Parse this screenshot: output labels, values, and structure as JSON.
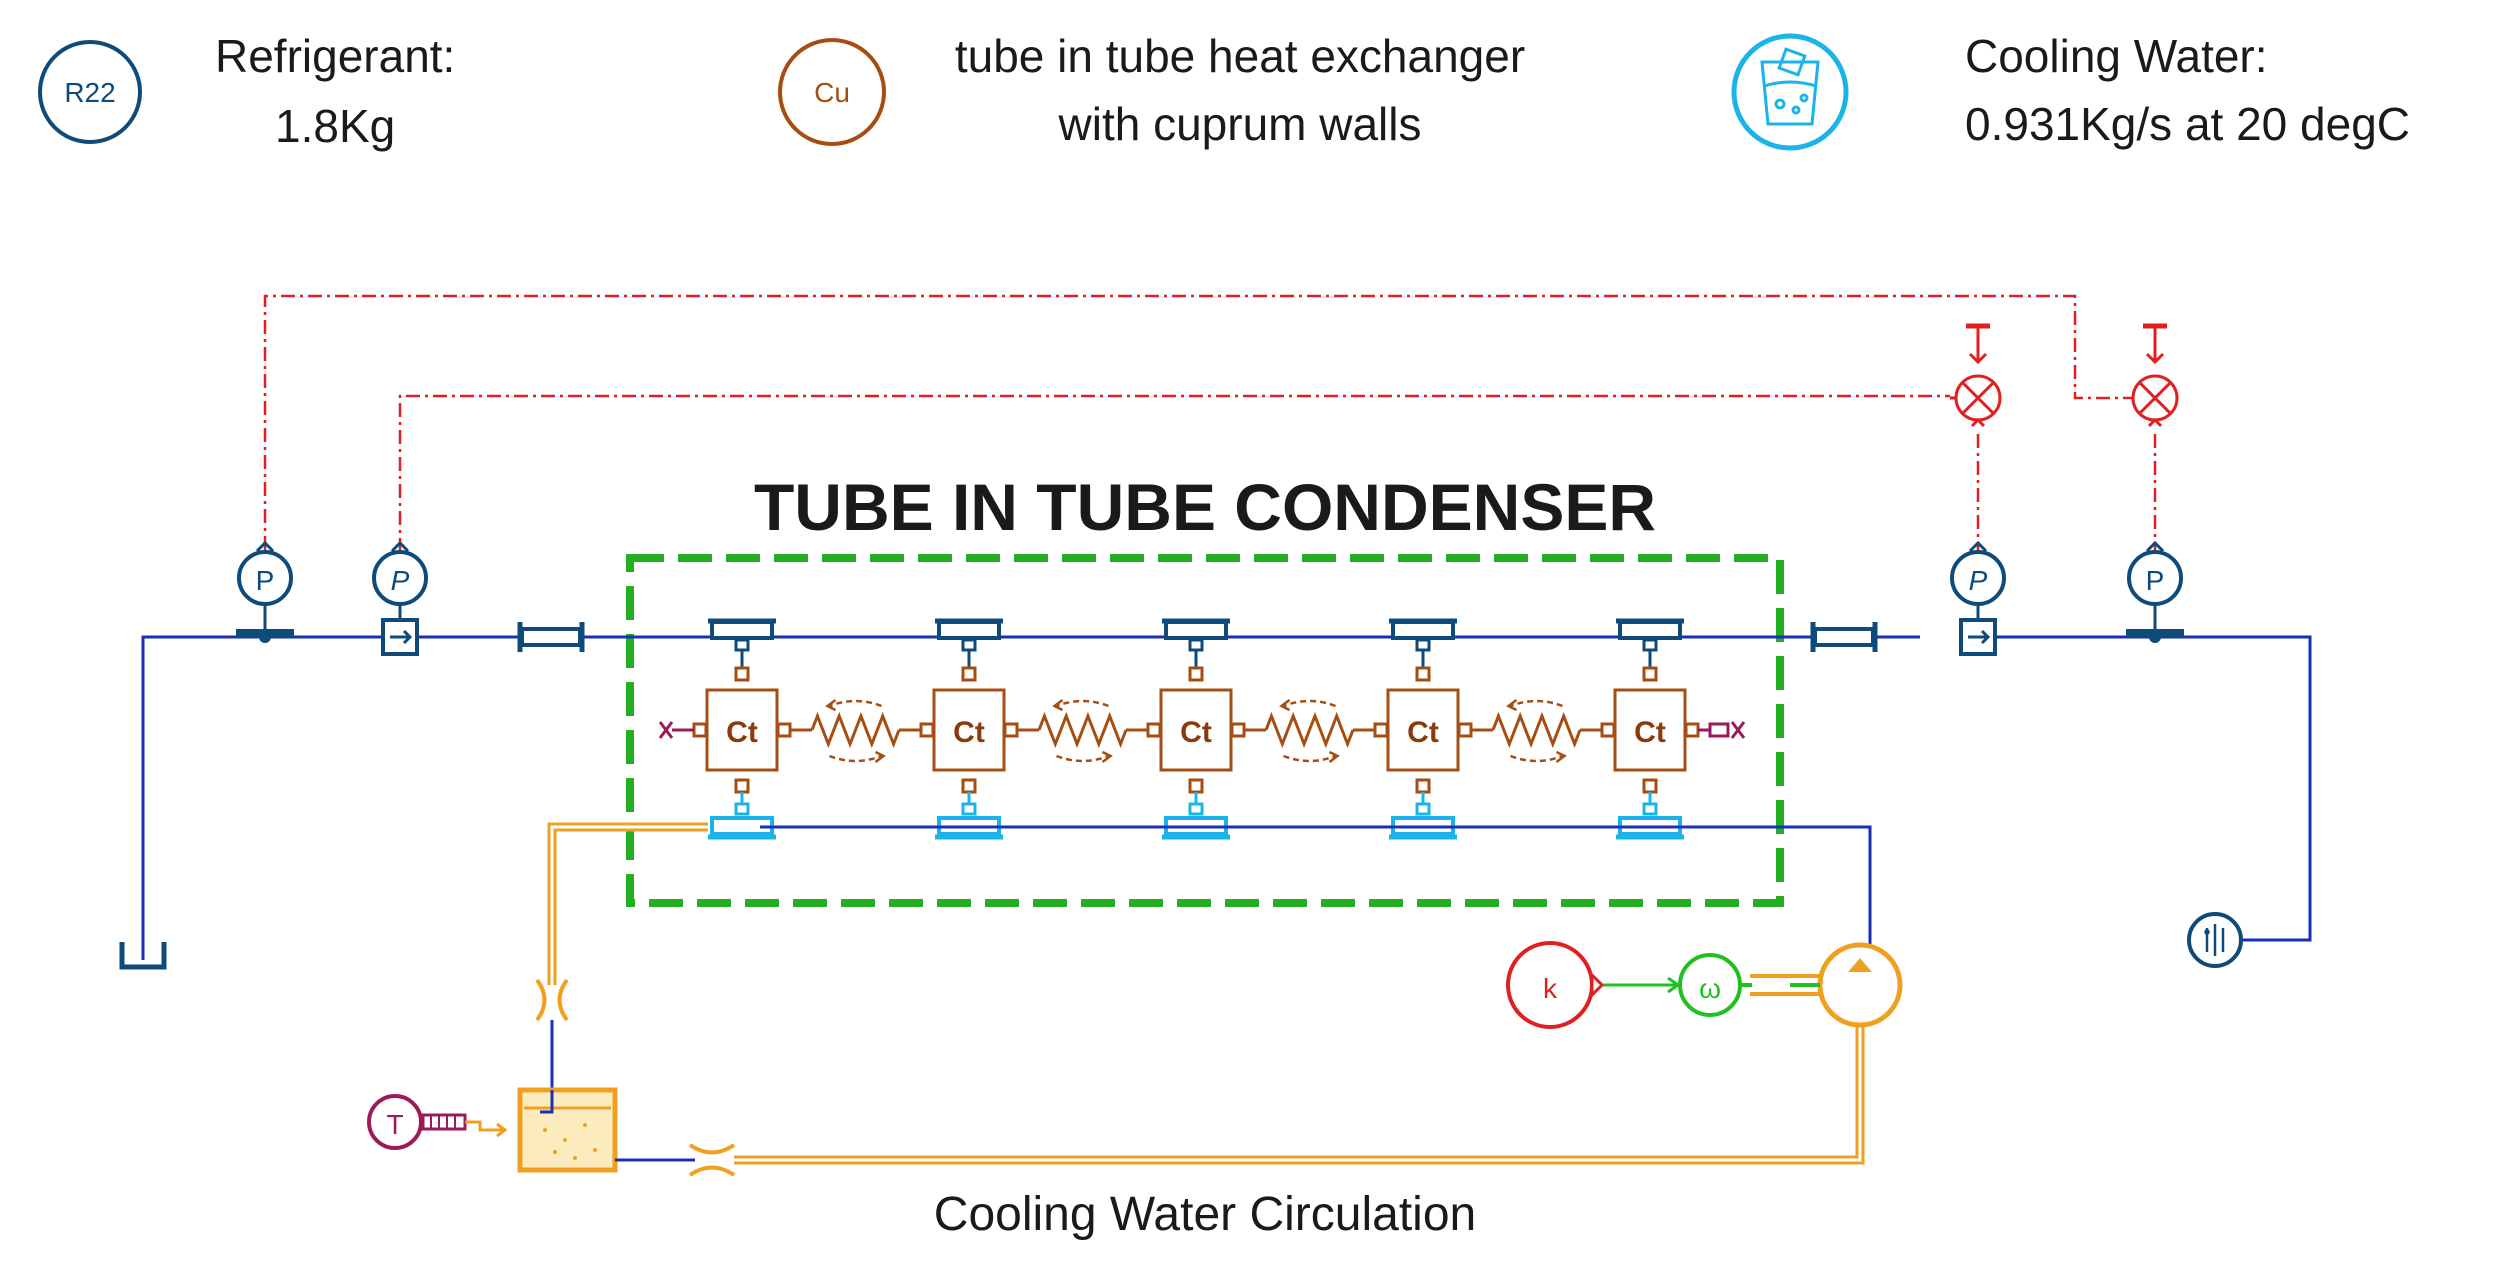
{
  "legend": {
    "refrigerant": {
      "badge": "R22",
      "label_line1": "Refrigerant:",
      "label_line2": "1.8Kg",
      "color": "#0e4a7a"
    },
    "wall": {
      "badge": "Cu",
      "label_line1": "tube in tube heat exchanger",
      "label_line2": "with cuprum walls",
      "color": "#a64d12"
    },
    "coolant": {
      "label_line1": "Cooling Water:",
      "label_line2": "0.931Kg/s at 20 degC",
      "icon": "water-tank-icon",
      "color": "#1ab4e8"
    }
  },
  "condenser": {
    "title": "TUBE IN TUBE CONDENSER",
    "boundary_color": "#22b022",
    "cell_label": "Ct",
    "cell_count": 5
  },
  "sensors": {
    "pressure_symbol": "P",
    "temperature_symbol": "T",
    "gain_symbol": "k",
    "speed_symbol": "ω"
  },
  "circuit": {
    "caption": "Cooling Water Circulation"
  },
  "colors": {
    "refrigerant_line": "#1a2fb8",
    "water_line": "#f0a020",
    "signal_line": "#e02020",
    "thermal": "#a64d12",
    "sensor": "#0e4a7a",
    "speed_source": "#20c020",
    "thermal_source": "#9a1a5a"
  }
}
